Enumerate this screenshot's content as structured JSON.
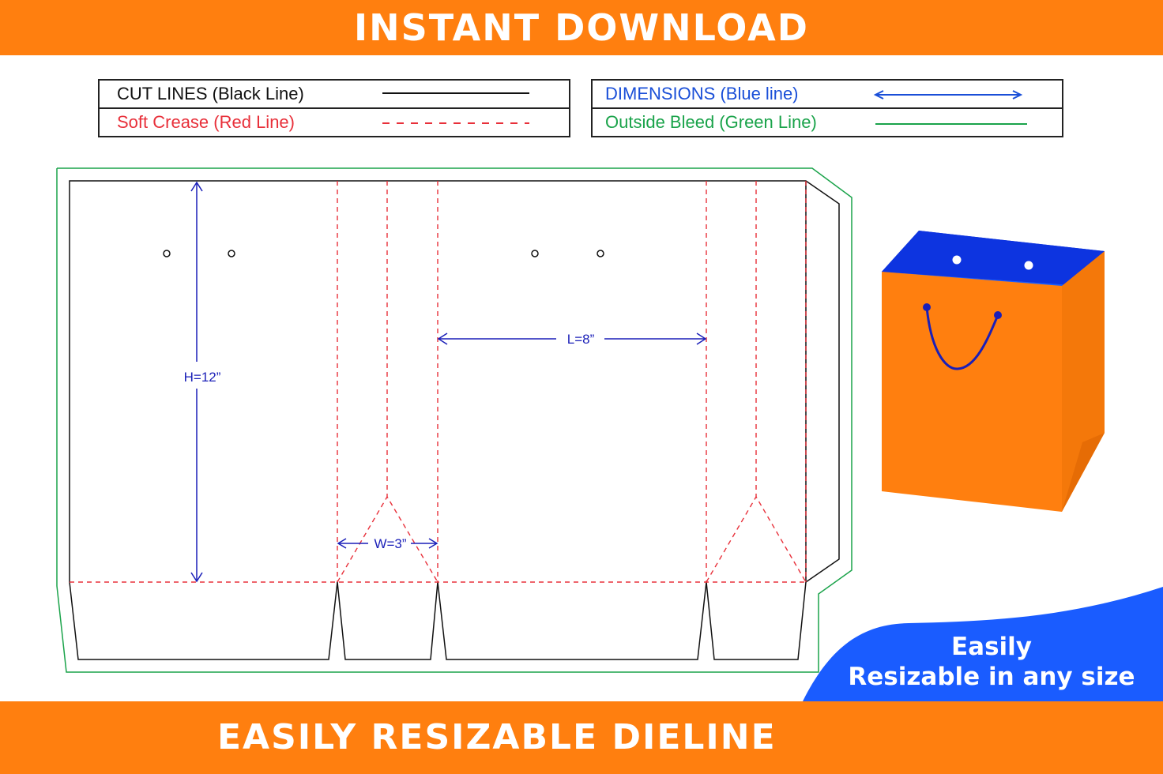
{
  "header": {
    "title": "INSTANT DOWNLOAD"
  },
  "footer": {
    "title": "EASILY RESIZABLE DIELINE"
  },
  "legend": {
    "left": [
      {
        "label": "CUT LINES (Black Line)",
        "color": "#111111",
        "line": "solid"
      },
      {
        "label": "Soft Crease (Red Line)",
        "color": "#e8303a",
        "line": "dashed"
      }
    ],
    "right": [
      {
        "label": "DIMENSIONS (Blue line)",
        "color": "#1a4fd8",
        "line": "double-arrow"
      },
      {
        "label": "Outside Bleed (Green Line)",
        "color": "#1aa34a",
        "line": "solid"
      }
    ]
  },
  "dimensions": {
    "height": "H=12”",
    "length": "L=8”",
    "width": "W=3”"
  },
  "badge": {
    "line1": "Easily",
    "line2": "Resizable in any size"
  },
  "colors": {
    "orange": "#ff7f0f",
    "blue": "#1a5cff",
    "cut": "#111111",
    "crease": "#e8303a",
    "dimension": "#1a1fb8",
    "bleed": "#1aa34a"
  },
  "icons": {
    "bag": "shopping-bag-icon"
  }
}
